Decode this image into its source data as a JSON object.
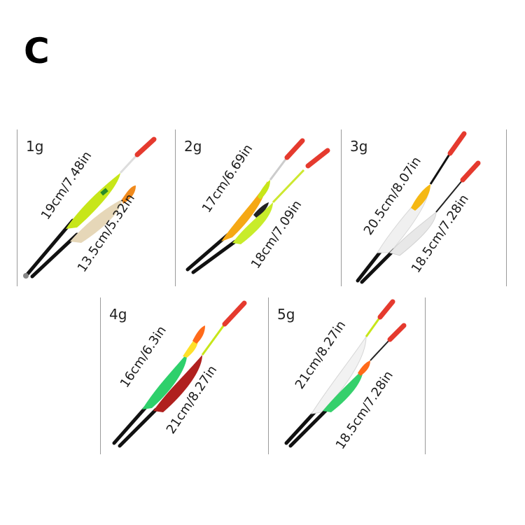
{
  "heading": "C",
  "panels": [
    {
      "weight": "1g",
      "sizes": [
        "19cm/7.48in",
        "13.5cm/5.32in"
      ],
      "colors": {
        "float_a": "#c7e619",
        "float_b": "#e6d7b8",
        "tip": "#e53a2e"
      }
    },
    {
      "weight": "2g",
      "sizes": [
        "17cm/6.69in",
        "18cm/7.09in"
      ],
      "colors": {
        "float_a": "#f5a814",
        "float_b": "#c8ec2a",
        "tip": "#e53a2e"
      }
    },
    {
      "weight": "3g",
      "sizes": [
        "20.5cm/8.07in",
        "18.5cm/7.28in"
      ],
      "colors": {
        "float_a": "#f0f0f0",
        "float_b": "#e8e8e8",
        "tip": "#e53a2e"
      }
    },
    {
      "weight": "4g",
      "sizes": [
        "16cm/6.3in",
        "21cm/8.27in"
      ],
      "colors": {
        "float_a": "#2ed06b",
        "float_b": "#b0201e",
        "tip": "#e53a2e"
      }
    },
    {
      "weight": "5g",
      "sizes": [
        "21cm/8.27in",
        "18.5cm/7.28in"
      ],
      "colors": {
        "float_a": "#f2f2f2",
        "float_b": "#35d06c",
        "tip": "#e53a2e"
      }
    }
  ]
}
